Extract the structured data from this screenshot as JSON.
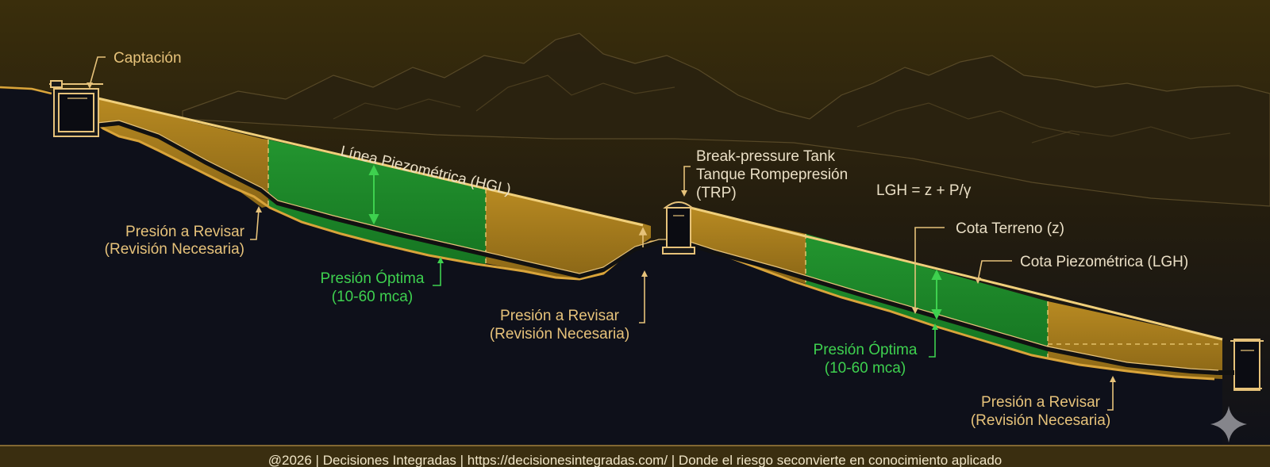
{
  "labels": {
    "intake": "Captación",
    "hgl_line": "Línea Piezométrica (HGL)",
    "trp_line1": "Break-pressure Tank",
    "trp_line2": "Tanque Rompepresión",
    "trp_line3": "(TRP)",
    "formula": "LGH = z + P/γ",
    "terrain_elevation": "Cota Terreno (z)",
    "piezometric_elevation": "Cota Piezométrica (LGH)",
    "review_1_line1": "Presión a Revisar",
    "review_1_line2": "(Revisión Necesaria)",
    "optimal_1_line1": "Presión Óptima",
    "optimal_1_line2": "(10-60 mca)",
    "review_2_line1": "Presión a Revisar",
    "review_2_line2": "(Revisión Necesaria)",
    "optimal_2_line1": "Presión Óptima",
    "optimal_2_line2": "(10-60 mca)",
    "review_3_line1": "Presión a Revisar",
    "review_3_line2": "(Revisión Necesaria)"
  },
  "footer": {
    "text": "@2026 | Decisiones Integradas | https://decisionesintegradas.com/ | Donde el riesgo seconvierte en conocimiento aplicado"
  },
  "colors": {
    "background": "#0e101a",
    "sky_top": "#3a2e0c",
    "review_zone": "#a8801f",
    "optimal_zone": "#1e8a2a",
    "hgl": "#f0cf7a",
    "terrain": "#d9a43a",
    "label_gold": "#e6c27a",
    "label_green": "#3ed14f",
    "footer_line": "#a8863a"
  },
  "icons": [
    "watermark-star-icon"
  ]
}
